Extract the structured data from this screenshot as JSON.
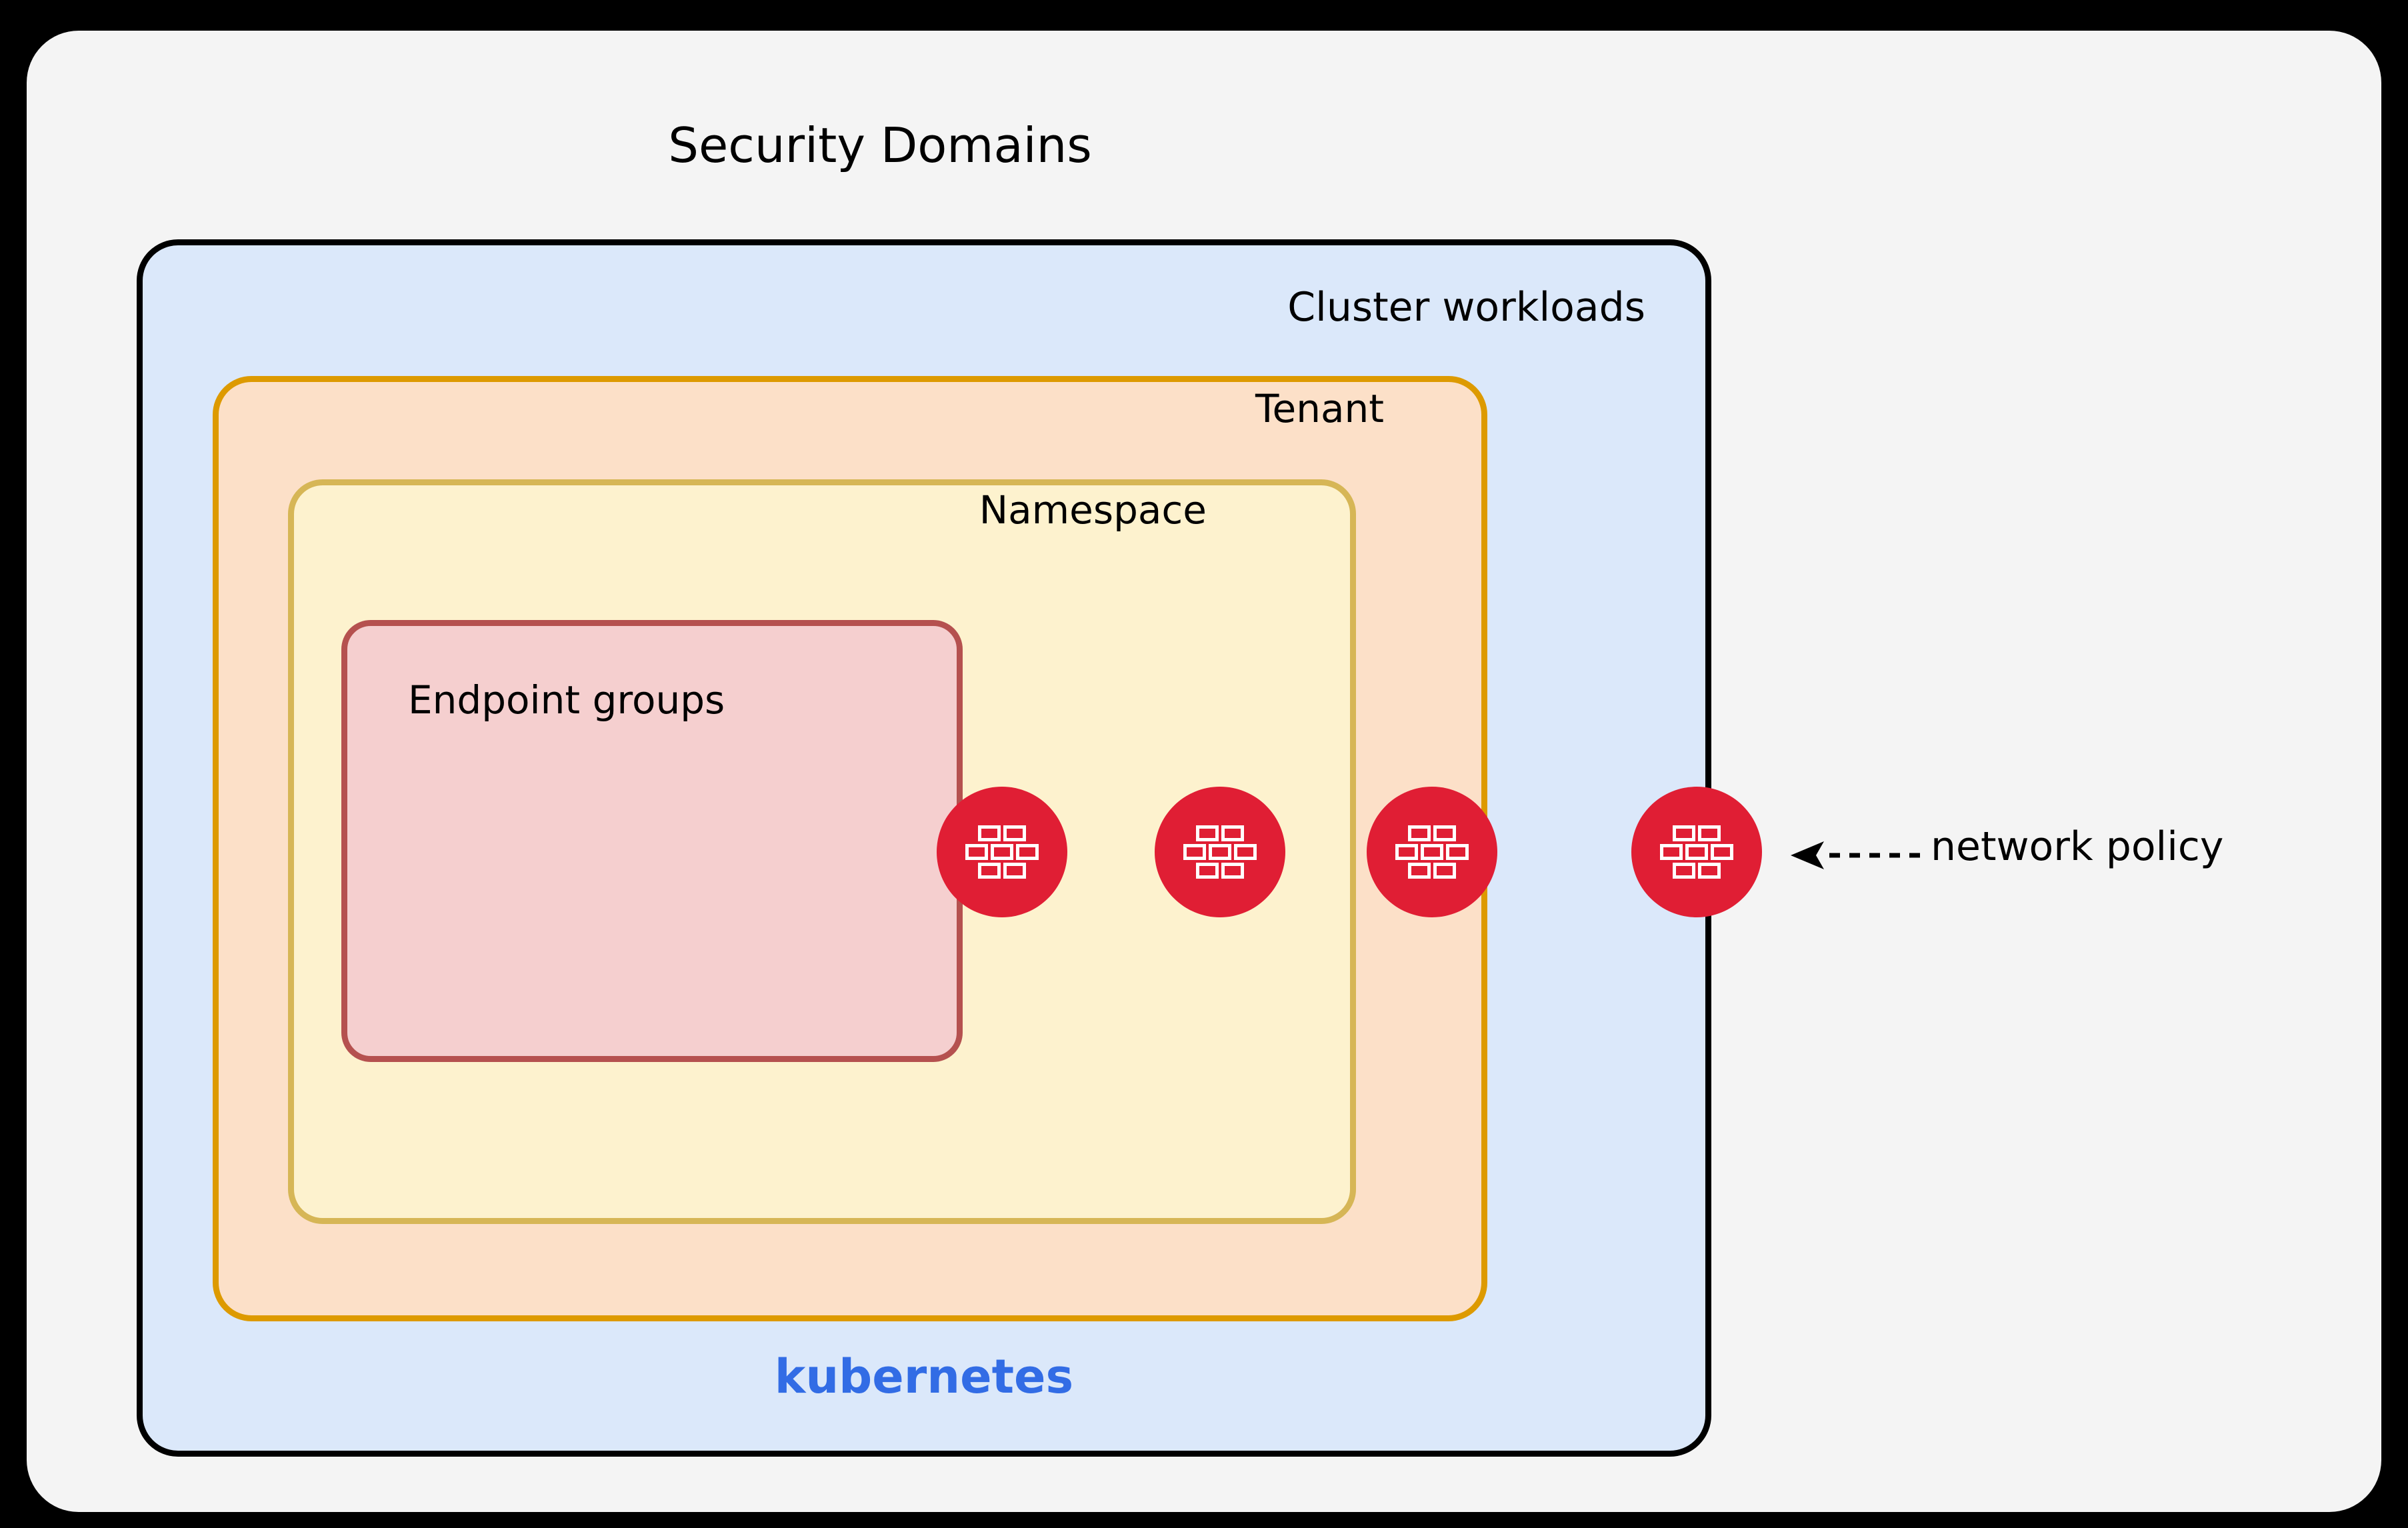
{
  "diagram": {
    "title": "Security Domains",
    "background_color": "#f4f4f4",
    "outer_color": "#000000",
    "boxes": [
      {
        "id": "cluster",
        "label": "Cluster workloads",
        "fill": "#dbe8fa",
        "stroke": "#000000",
        "footer_label": "kubernetes",
        "footer_color": "#326ce5"
      },
      {
        "id": "tenant",
        "label": "Tenant",
        "fill": "#fce0c8",
        "stroke": "#dd9a00"
      },
      {
        "id": "namespace",
        "label": "Namespace",
        "fill": "#fdf2ce",
        "stroke": "#d6b656"
      },
      {
        "id": "endpoint",
        "label": "Endpoint groups",
        "fill": "#f5cfcf",
        "stroke": "#b5514f"
      }
    ],
    "nodes": [
      {
        "id": "fw1",
        "icon": "firewall-brick-wall-icon",
        "color": "#e01e34",
        "boundary": "endpoint-groups"
      },
      {
        "id": "fw2",
        "icon": "firewall-brick-wall-icon",
        "color": "#e01e34",
        "boundary": "namespace"
      },
      {
        "id": "fw3",
        "icon": "firewall-brick-wall-icon",
        "color": "#e01e34",
        "boundary": "tenant"
      },
      {
        "id": "fw4",
        "icon": "firewall-brick-wall-icon",
        "color": "#e01e34",
        "boundary": "cluster-workloads"
      }
    ],
    "annotation": {
      "label": "network policy",
      "arrow_style": "dashed",
      "arrow_direction": "left",
      "arrow_color": "#000000"
    }
  }
}
